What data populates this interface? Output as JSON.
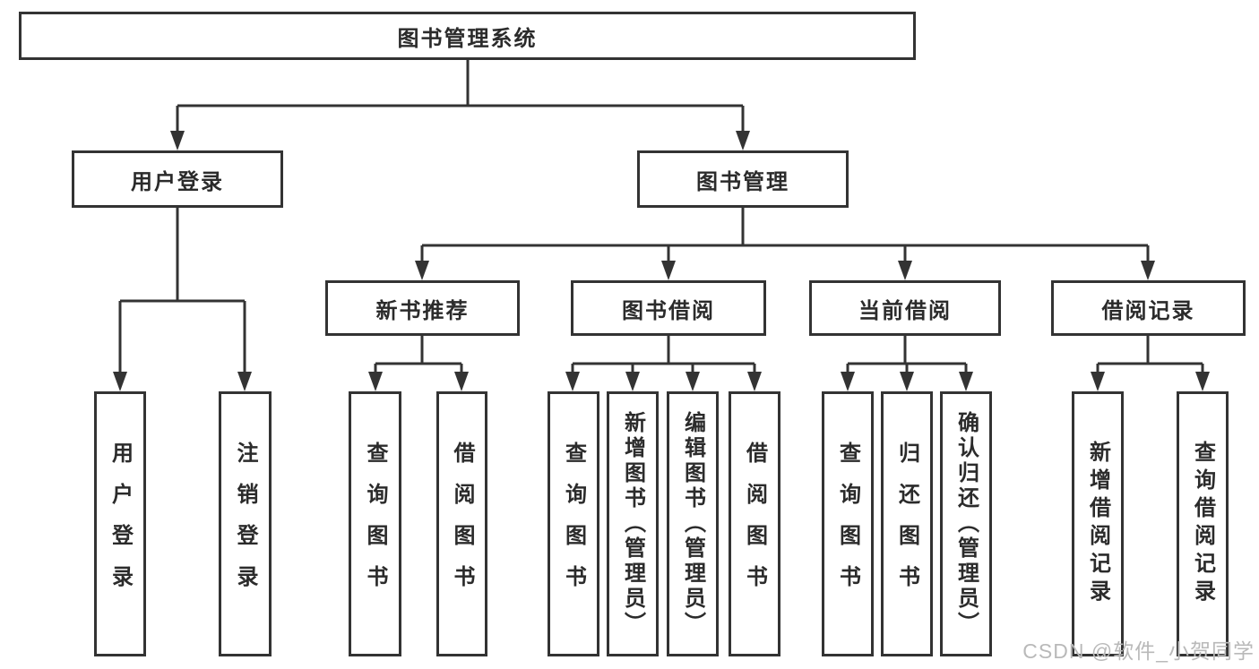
{
  "diagram": {
    "type": "hierarchy-tree",
    "nodes": {
      "root": "图书管理系统",
      "user_login": "用户登录",
      "book_mgmt": "图书管理",
      "new_book_rec": "新书推荐",
      "book_borrow": "图书借阅",
      "current_borrow": "当前借阅",
      "borrow_record": "借阅记录",
      "leaf_user_login": "用户登录",
      "leaf_logout": "注销登录",
      "leaf_query_book_a": "查询图书",
      "leaf_borrow_book_a": "借阅图书",
      "leaf_query_book_b": "查询图书",
      "leaf_add_book_admin": "新增图书（管理员）",
      "leaf_edit_book_admin": "编辑图书（管理员）",
      "leaf_borrow_book_b": "借阅图书",
      "leaf_query_book_c": "查询图书",
      "leaf_return_book": "归还图书",
      "leaf_confirm_return_admin": "确认归还（管理员）",
      "leaf_add_borrow_record": "新增借阅记录",
      "leaf_query_borrow_record": "查询借阅记录"
    },
    "edges": [
      [
        "图书管理系统",
        "用户登录"
      ],
      [
        "图书管理系统",
        "图书管理"
      ],
      [
        "用户登录",
        "用户登录(叶)"
      ],
      [
        "用户登录",
        "注销登录"
      ],
      [
        "图书管理",
        "新书推荐"
      ],
      [
        "图书管理",
        "图书借阅"
      ],
      [
        "图书管理",
        "当前借阅"
      ],
      [
        "图书管理",
        "借阅记录"
      ],
      [
        "新书推荐",
        "查询图书"
      ],
      [
        "新书推荐",
        "借阅图书"
      ],
      [
        "图书借阅",
        "查询图书"
      ],
      [
        "图书借阅",
        "新增图书（管理员）"
      ],
      [
        "图书借阅",
        "编辑图书（管理员）"
      ],
      [
        "图书借阅",
        "借阅图书"
      ],
      [
        "当前借阅",
        "查询图书"
      ],
      [
        "当前借阅",
        "归还图书"
      ],
      [
        "当前借阅",
        "确认归还（管理员）"
      ],
      [
        "借阅记录",
        "新增借阅记录"
      ],
      [
        "借阅记录",
        "查询借阅记录"
      ]
    ],
    "colors": {
      "line": "#333333",
      "text": "#2b2b2b",
      "background": "#ffffff",
      "watermark": "#b9b9b9"
    }
  },
  "watermark": "CSDN @软件_小贺同学"
}
